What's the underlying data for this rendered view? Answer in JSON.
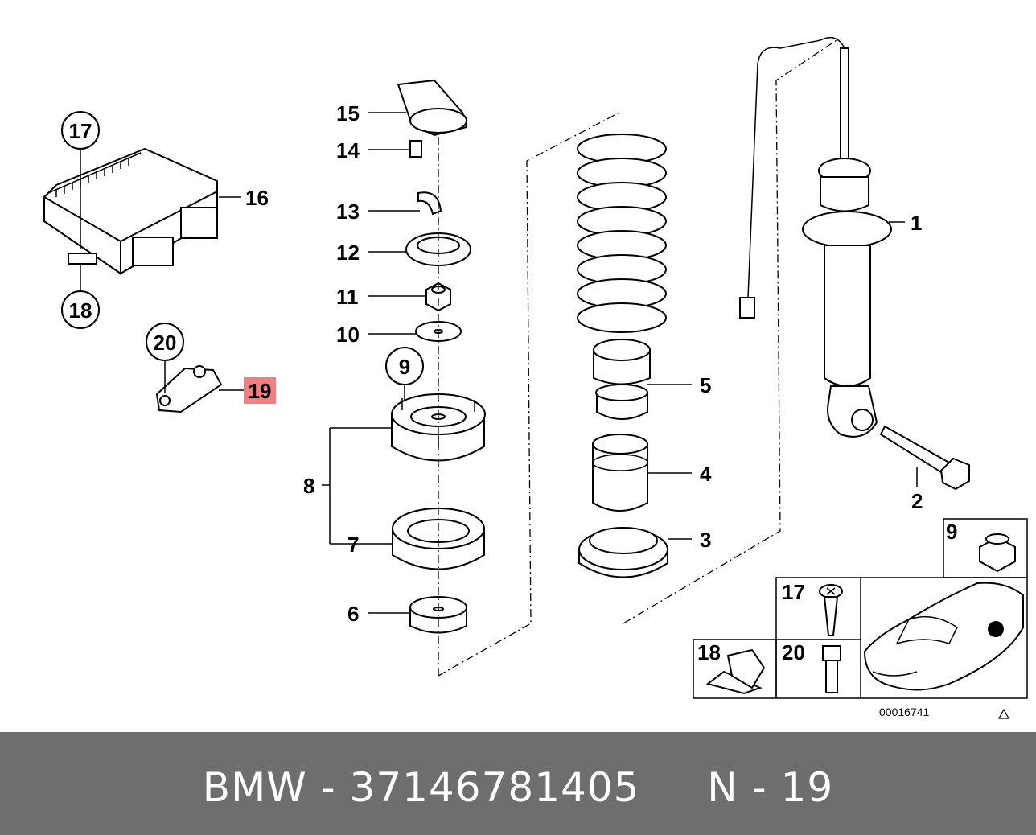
{
  "labels": {
    "p1": "1",
    "p2": "2",
    "p3": "3",
    "p4": "4",
    "p5": "5",
    "p6": "6",
    "p7": "7",
    "p8": "8",
    "p9": "9",
    "p10": "10",
    "p11": "11",
    "p12": "12",
    "p13": "13",
    "p14": "14",
    "p15": "15",
    "p16": "16",
    "p17": "17",
    "p18": "18",
    "p19": "19",
    "p20": "20"
  },
  "inset": {
    "i9": "9",
    "i17": "17",
    "i18": "18",
    "i20": "20"
  },
  "reference_number": "00016741",
  "highlight_color": "#f08080",
  "footer": {
    "brand": "BMW",
    "separator": "-",
    "part_number": "37146781405",
    "position_prefix": "N",
    "position_number": "19"
  }
}
